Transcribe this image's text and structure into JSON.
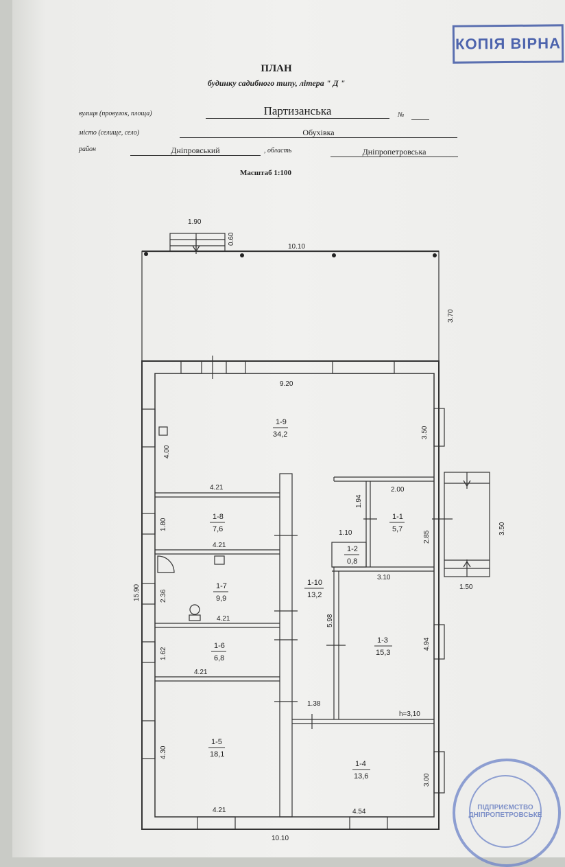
{
  "stamp": {
    "text": "КОПІЯ ВІРНА"
  },
  "header": {
    "title": "ПЛАН",
    "subtitle": "будинку садибного типу, літера \" Д \"",
    "street_label": "вулиця (провулок, площа)",
    "street_value": "Партизанська",
    "number_label": "№",
    "city_label": "місто (селище, село)",
    "city_value": "Обухівка",
    "district_label": "район",
    "district_value": "Дніпровський",
    "oblast_label": ", область",
    "oblast_value": "Дніпропетровська",
    "scale": "Масштаб 1:100"
  },
  "dims": {
    "porch_top_w": "1.90",
    "porch_top_h": "0.60",
    "terrace_w": "10.10",
    "terrace_h": "3.70",
    "house_top": "9.20",
    "r19_right": "3.50",
    "r19_left": "4.00",
    "r18_top": "4.21",
    "r18_left": "1.80",
    "r17_top": "4.21",
    "r17_left": "2.36",
    "r16_top": "4.21",
    "r16_left": "1.62",
    "r15_top": "4.21",
    "r15_left": "4.30",
    "r15_bottom": "4.21",
    "overall_left": "15.90",
    "r11_top": "2.00",
    "r11_left": "1.94",
    "r11_right": "2.85",
    "r12_top": "1.10",
    "r13_top": "3.10",
    "r13_right": "4.94",
    "r110_left": "5.98",
    "r14_step": "1.38",
    "height": "h=3,10",
    "r14_right": "3.00",
    "r14_bottom": "4.54",
    "bottom_total": "10.10",
    "side_porch_h": "3.50",
    "side_porch_w": "1.50"
  },
  "rooms": [
    {
      "id": "1-9",
      "area": "34,2"
    },
    {
      "id": "1-8",
      "area": "7,6"
    },
    {
      "id": "1-7",
      "area": "9,9"
    },
    {
      "id": "1-6",
      "area": "6,8"
    },
    {
      "id": "1-5",
      "area": "18,1"
    },
    {
      "id": "1-10",
      "area": "13,2"
    },
    {
      "id": "1-1",
      "area": "5,7"
    },
    {
      "id": "1-2",
      "area": "0,8"
    },
    {
      "id": "1-3",
      "area": "15,3"
    },
    {
      "id": "1-4",
      "area": "13,6"
    }
  ],
  "seal": {
    "text": "ПІДПРИЄМСТВО ДНІПРОПЕТРОВСЬКЕ"
  }
}
